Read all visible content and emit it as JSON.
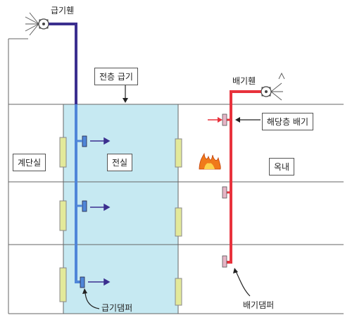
{
  "labels": {
    "supply_fan": "급기휀",
    "exhaust_fan": "배기휀",
    "all_floor_supply": "전층 급기",
    "staircase": "계단실",
    "vestibule": "전실",
    "room": "옥내",
    "fire_floor_exhaust": "해당층 배기",
    "supply_damper": "급기댐퍼",
    "exhaust_damper": "배기댐퍼"
  },
  "colors": {
    "supply_duct": "#3b2f8f",
    "supply_duct_lower": "#4f86d8",
    "exhaust_duct": "#e8323c",
    "vestibule_fill": "#c6e9f2",
    "door": "#e3e99a",
    "fire": "#f07a1a"
  },
  "icons": {
    "supply_fan": "fan-icon",
    "exhaust_fan": "fan-icon",
    "fire": "fire-icon"
  }
}
